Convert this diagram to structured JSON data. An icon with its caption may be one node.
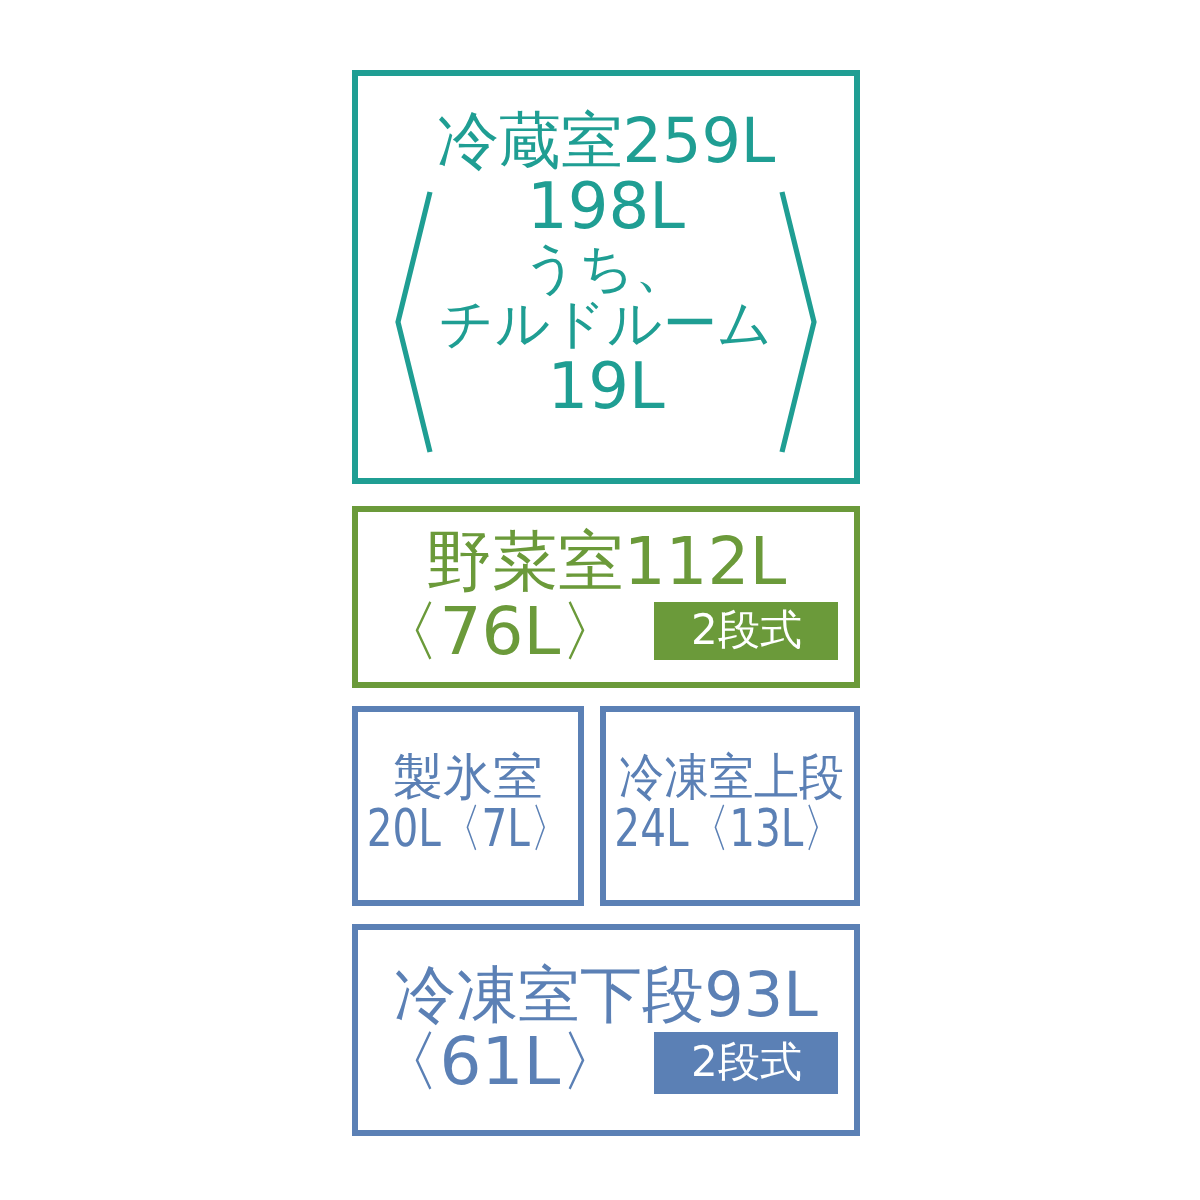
{
  "diagram": {
    "nodes": [
      {
        "text": [
          "冷蔵室259L",
          "198L",
          "うち、チルドルーム",
          "19L"
        ]
      },
      {
        "text": [
          "野菜室112L",
          "〈76L〉"
        ]
      },
      {
        "text": [
          "2段式"
        ],
        "in": 1
      },
      {
        "text": [
          "製氷室",
          "20L〈7L〉"
        ]
      },
      {
        "text": [
          "冷凍室上段",
          "24L〈13L〉"
        ]
      },
      {
        "text": [
          "冷凍室下段93L",
          "〈61L〉"
        ]
      },
      {
        "text": [
          "2段式"
        ],
        "in": 5
      }
    ]
  }
}
